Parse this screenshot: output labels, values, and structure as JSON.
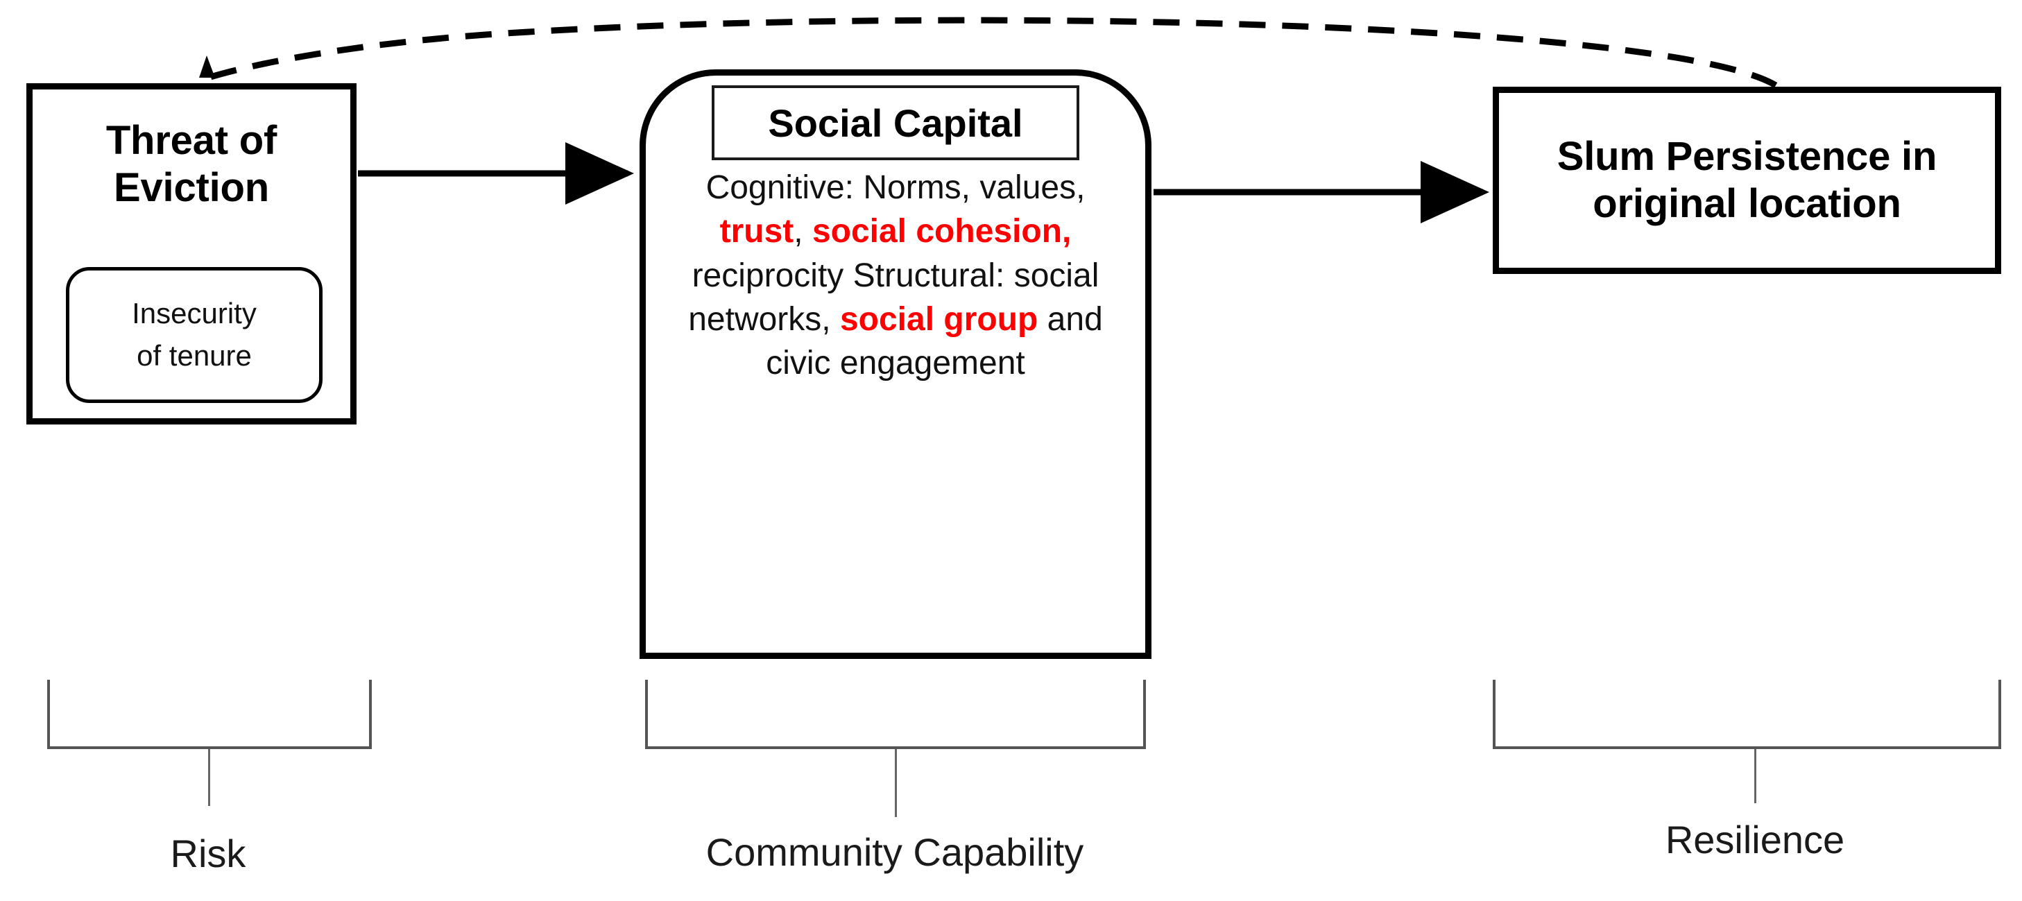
{
  "diagram": {
    "title": "Conceptual framework linking threat of eviction, social capital and slum persistence",
    "highlight_color": "#FF0000",
    "line_color": "#000000",
    "bracket_color": "#555555"
  },
  "nodes": {
    "threat": {
      "title_line1": "Threat of",
      "title_line2": "Eviction",
      "sub_line1": "Insecurity",
      "sub_line2": "of tenure"
    },
    "social_capital": {
      "header": "Social Capital",
      "body_segments": [
        {
          "text": "Cognitive: Norms, values, ",
          "highlight": false
        },
        {
          "text": "trust",
          "highlight": true
        },
        {
          "text": ", ",
          "highlight": false
        },
        {
          "text": "social cohesion,",
          "highlight": true
        },
        {
          "text": " reciprocity Structural: social networks, ",
          "highlight": false
        },
        {
          "text": "social group",
          "highlight": true
        },
        {
          "text": " and civic engagement",
          "highlight": false
        }
      ],
      "body_lines": [
        "Cognitive: Norms,",
        "values, trust, social",
        "cohesion,",
        "reciprocity",
        "Structural: social",
        "networks, social",
        "group and civic",
        "engagement"
      ]
    },
    "slum": {
      "title_line1": "Slum Persistence in",
      "title_line2": "original location"
    }
  },
  "brackets": [
    {
      "id": "risk",
      "label": "Risk"
    },
    {
      "id": "community-capability",
      "label": "Community Capability"
    },
    {
      "id": "resilience",
      "label": "Resilience"
    }
  ],
  "connectors": [
    {
      "id": "threat-to-social-capital",
      "style": "solid",
      "direction": "left-to-right"
    },
    {
      "id": "social-capital-to-slum",
      "style": "solid",
      "direction": "left-to-right"
    },
    {
      "id": "slum-feedback-to-threat",
      "style": "dashed",
      "direction": "right-to-left-curved"
    }
  ]
}
